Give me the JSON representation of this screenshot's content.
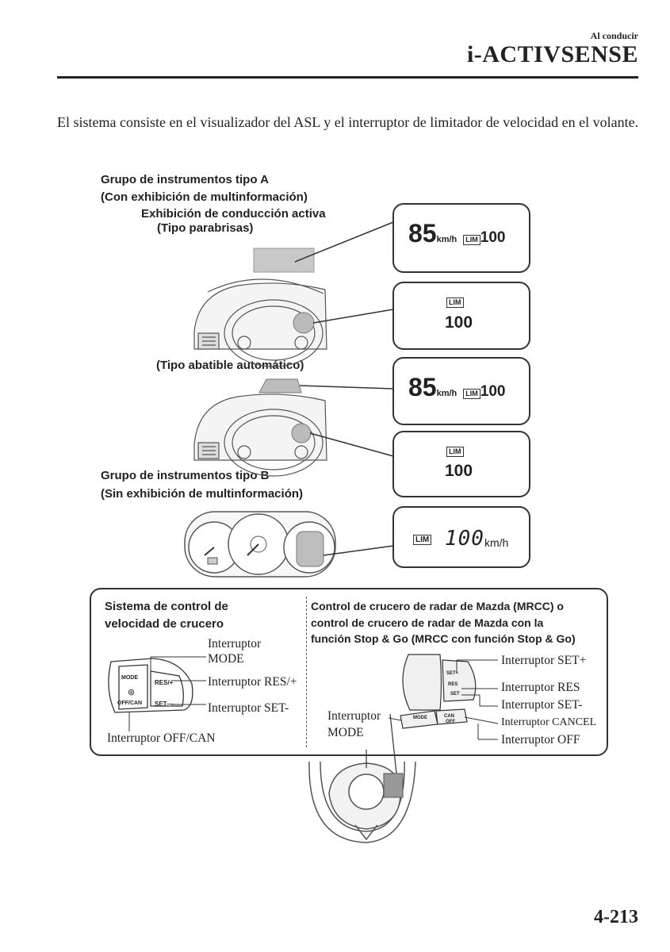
{
  "header": {
    "section": "Al conducir",
    "title": "i-ACTIVSENSE"
  },
  "intro": "El sistema consiste en el visualizador del ASL y el interruptor de limitador de velocidad en el volante.",
  "figure": {
    "group_a_title": "Grupo de instrumentos tipo A",
    "group_a_sub": "(Con exhibición de multinformación)",
    "active_display": "Exhibición de conducción activa",
    "windshield_type": "(Tipo parabrisas)",
    "retractable_type": "(Tipo abatible automático)",
    "group_b_title": "Grupo de instrumentos tipo B",
    "group_b_sub": "(Sin exhibición de multinformación)",
    "speed": "85",
    "unit_kmh": "km/h",
    "lim": "LIM",
    "limit": "100",
    "seg_limit": "100",
    "seg_unit": "km/h"
  },
  "switches": {
    "left_title_1": "Sistema de control de",
    "left_title_2": "velocidad de crucero",
    "right_title_1": "Control de crucero de radar de Mazda (MRCC) o",
    "right_title_2": "control de crucero de radar de Mazda con la",
    "right_title_3": "función Stop & Go (MRCC con función Stop & Go)",
    "mode_1": "Interruptor",
    "mode_2": "MODE",
    "res_plus": "Interruptor RES/+",
    "set_minus": "Interruptor SET-",
    "off_can": "Interruptor OFF/CAN",
    "r_set_plus": "Interruptor SET+",
    "r_res": "Interruptor RES",
    "r_set_minus": "Interruptor SET-",
    "r_cancel": "Interruptor CANCEL",
    "r_off": "Interruptor OFF",
    "r_mode_1": "Interruptor",
    "r_mode_2": "MODE",
    "btn_mode": "MODE",
    "btn_res": "RES/+",
    "btn_set": "SET—",
    "btn_offcan": "OFF/CAN",
    "btn_set_plus": "SET+",
    "btn_res_r": "RES",
    "btn_set_r": "SET",
    "btn_mode_r": "MODE",
    "btn_can": "CAN",
    "btn_off": "OFF"
  },
  "footer": {
    "page": "4-213"
  }
}
